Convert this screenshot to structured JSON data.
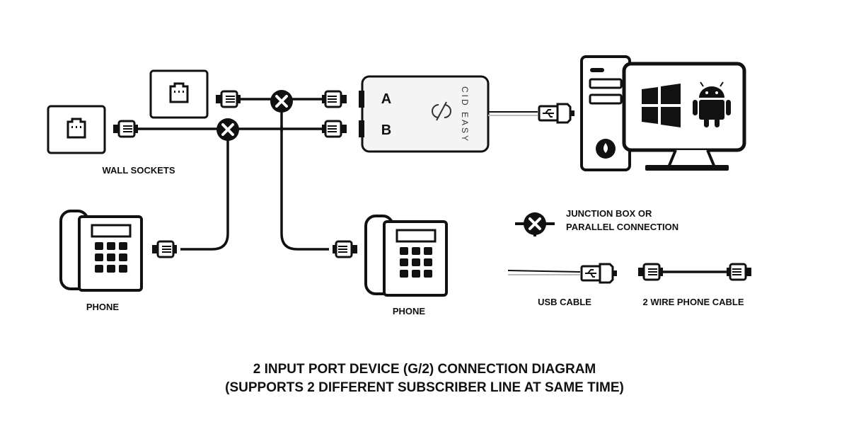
{
  "labels": {
    "wall_sockets": "WALL SOCKETS",
    "phone_left": "PHONE",
    "phone_right": "PHONE",
    "device_port_a": "A",
    "device_port_b": "B",
    "device_brand": "CID EASY",
    "device_logo": "CD"
  },
  "legend": {
    "junction_line1": "JUNCTION BOX OR",
    "junction_line2": "PARALLEL CONNECTION",
    "usb_cable": "USB CABLE",
    "phone_cable": "2 WIRE PHONE CABLE"
  },
  "footer": {
    "title_line1": "2 INPUT PORT DEVICE (G/2) CONNECTION DIAGRAM",
    "title_line2": "(SUPPORTS 2 DIFFERENT SUBSCRIBER LINE AT SAME TIME)"
  },
  "colors": {
    "ink": "#111111",
    "device_fill": "#f4f4f4",
    "paper": "#ffffff"
  },
  "icons": [
    "wall-socket-icon",
    "rj11-plug-icon",
    "junction-icon",
    "phone-icon",
    "usb-plug-icon",
    "computer-tower-icon",
    "monitor-icon",
    "windows-logo-icon",
    "android-logo-icon"
  ]
}
